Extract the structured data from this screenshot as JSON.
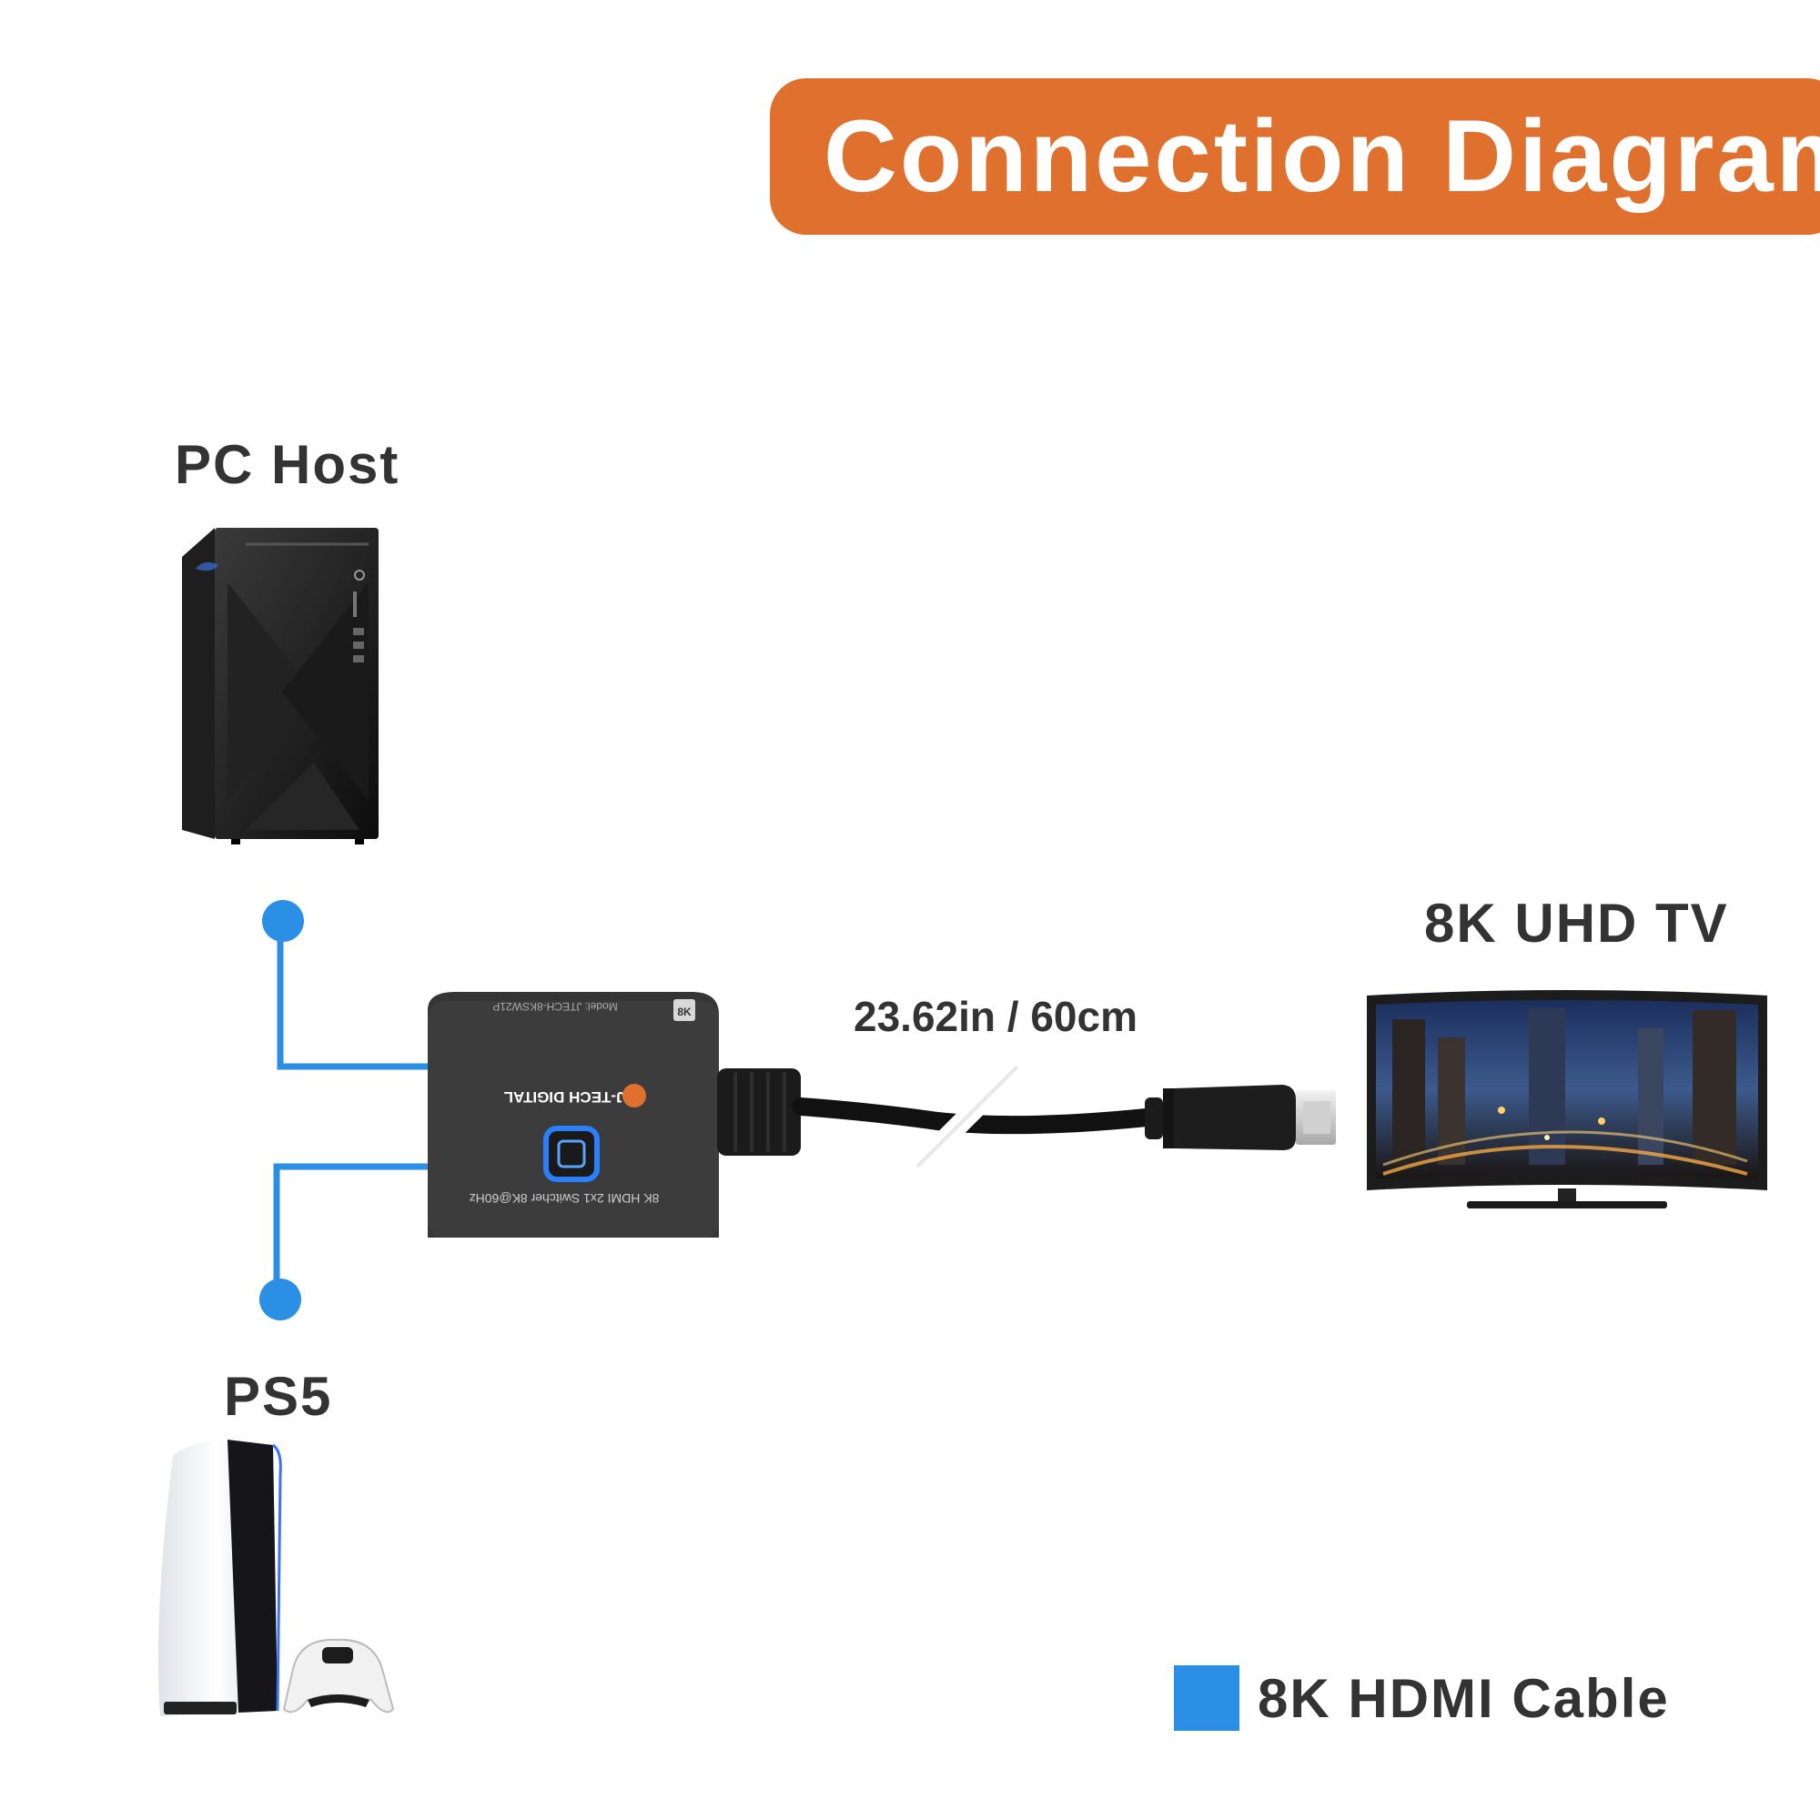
{
  "header": {
    "title": "Connection Diagram"
  },
  "devices": {
    "pc": {
      "label": "PC Host"
    },
    "ps5": {
      "label": "PS5"
    },
    "tv": {
      "label": "8K UHD TV"
    }
  },
  "cable": {
    "length": "23.62in / 60cm"
  },
  "switcher": {
    "model": "Model: JTECH-8KSW21P",
    "brand": "J-TECH DIGITAL",
    "badge": "8K",
    "caption": "8K HDMI 2x1 Switcher 8K@60Hz"
  },
  "legend": {
    "label": "8K HDMI Cable",
    "color": "#2b8fe6"
  },
  "colors": {
    "accent": "#e0702d",
    "cable": "#2b8fe6",
    "text": "#333333"
  }
}
